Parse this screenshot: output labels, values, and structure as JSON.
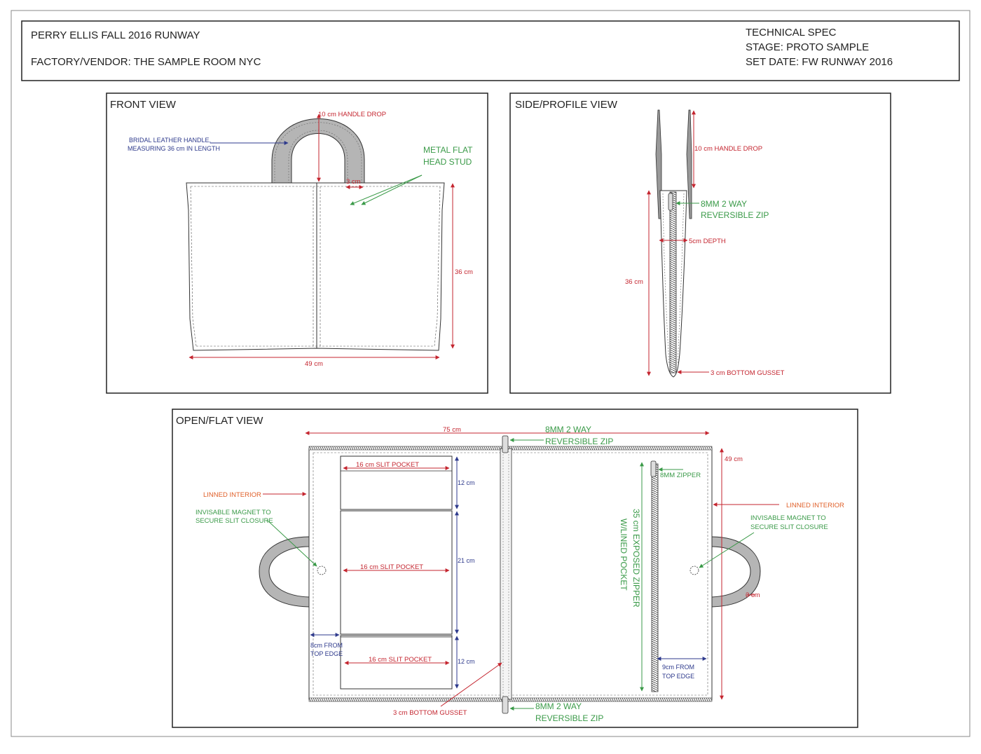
{
  "header": {
    "left_line1": "PERRY ELLIS FALL 2016 RUNWAY",
    "left_line2": "FACTORY/VENDOR: THE SAMPLE ROOM NYC",
    "right_line1": "TECHNICAL SPEC",
    "right_line2": "STAGE: PROTO SAMPLE",
    "right_line3": "SET DATE: FW RUNWAY 2016"
  },
  "front_view": {
    "title": "FRONT VIEW",
    "handle_drop": "10 cm  HANDLE DROP",
    "handle_note_1": "BRIDAL LEATHER HANDLE,",
    "handle_note_2": "MEASURING 36 cm IN LENGTH",
    "stud_1": "METAL FLAT",
    "stud_2": "HEAD STUD",
    "handle_width": "3 cm",
    "height": "36 cm",
    "width": "49 cm"
  },
  "side_view": {
    "title": "SIDE/PROFILE VIEW",
    "handle_drop": "10 cm  HANDLE DROP",
    "zip_1": "8MM 2 WAY",
    "zip_2": "REVERSIBLE ZIP",
    "depth": "5cm DEPTH",
    "height": "36 cm",
    "bottom_gusset": "3 cm BOTTOM GUSSET"
  },
  "open_view": {
    "title": "OPEN/FLAT  VIEW",
    "width": "75 cm",
    "top_zip_1": "8MM 2 WAY",
    "top_zip_2": "REVERSIBLE ZIP",
    "height": "49 cm",
    "pocket_top": "16 cm SLIT POCKET",
    "pocket_top_h": "12 cm",
    "pocket_mid": "16 cm SLIT POCKET",
    "pocket_mid_h": "21 cm",
    "pocket_bot": "16 cm SLIT POCKET",
    "pocket_bot_h": "12 cm",
    "lined_left": "LINNED INTERIOR",
    "magnet_left_1": "INVISABLE MAGNET TO",
    "magnet_left_2": "SECURE SLIT CLOSURE",
    "from_top_left_1": "8cm FROM",
    "from_top_left_2": "TOP EDGE",
    "bottom_gusset": "3 cm BOTTOM GUSSET",
    "bottom_zip_1": "8MM 2 WAY",
    "bottom_zip_2": "REVERSIBLE ZIP",
    "zipper_8mm": "8MM ZIPPER",
    "exposed_1": "35 cm EXPOSED ZIPPER",
    "exposed_2": "W/LINED POCKET",
    "lined_right": "LINNED INTERIOR",
    "magnet_right_1": "INVISABLE MAGNET TO",
    "magnet_right_2": "SECURE SLIT CLOSURE",
    "handle_width": "3 cm",
    "from_top_right_1": "9cm FROM",
    "from_top_right_2": "TOP EDGE"
  },
  "colors": {
    "red": "#c4252f",
    "green": "#3a9a48",
    "blue": "#2e3a8c",
    "orange": "#e0602a",
    "handle_gray": "#b5b5b5"
  }
}
